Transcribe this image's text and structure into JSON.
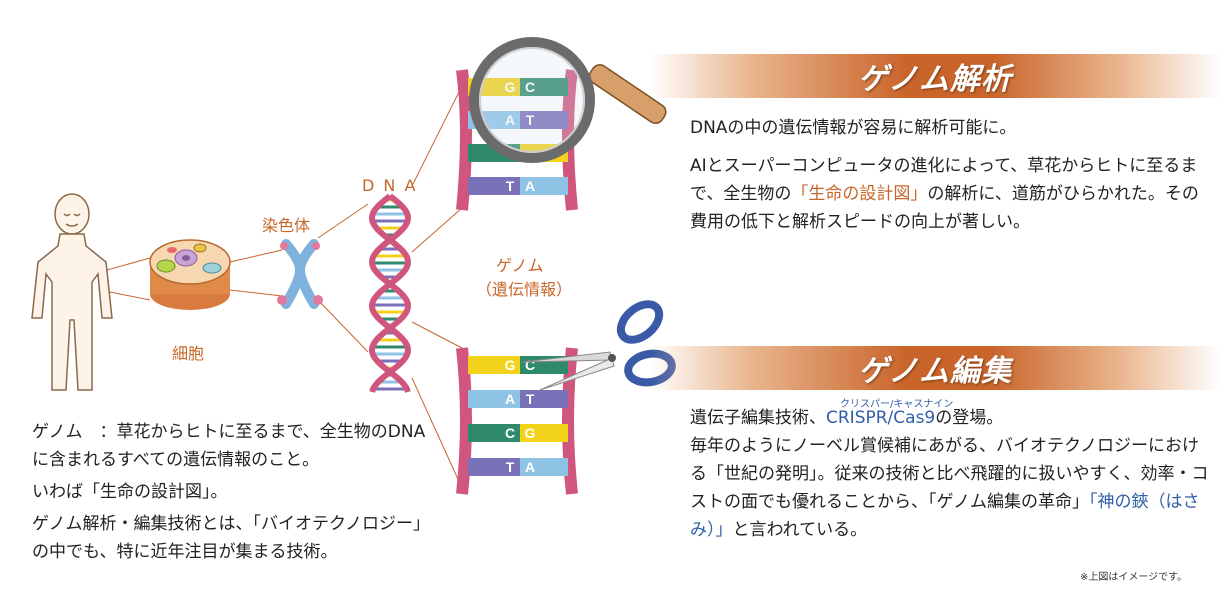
{
  "labels": {
    "dna": "D N A",
    "chromosome": "染色体",
    "cell": "細胞",
    "genome": "ゲノム",
    "genome_sub": "（遺伝情報）"
  },
  "analysis": {
    "title": "ゲノム解析",
    "line1": "DNAの中の遺伝情報が容易に解析可能に。",
    "p2_a": "AIとスーパーコンピュータの進化によって、草花からヒトに至るまで、全生物の",
    "p2_highlight": "「生命の設計図」",
    "p2_b": "の解析に、道筋がひらかれた。その費用の低下と解析スピードの向上が著しい。"
  },
  "editing": {
    "title": "ゲノム編集",
    "ruby": "クリスパー/キャスナイン",
    "l1_a": "遺伝子編集技術、",
    "l1_highlight": "CRISPR/Cas9",
    "l1_b": "の登場。",
    "p2_a": "毎年のようにノーベル賞候補にあがる、バイオテクノロジーにおける「世紀の発明」。従来の技術と比べ飛躍的に扱いやすく、効率・コストの面でも優れることから、「ゲノム編集の革命」",
    "p2_highlight": "「神の鋏（はさみ）」",
    "p2_b": "と言われている。"
  },
  "left_text": {
    "p1": "ゲノム　：草花からヒトに至るまで、全生物のDNAに含まれるすべての遺伝情報のこと。",
    "p2": "いわば「生命の設計図」。",
    "p3": "ゲノム解析・編集技術とは、「バイオテクノロジー」の中でも、特に近年注目が集まる技術。"
  },
  "note": "※上図はイメージです。",
  "dna_top_rungs": [
    {
      "left": "G",
      "right": "C",
      "lc": "#f2d21b",
      "rc": "#2f8a6b"
    },
    {
      "left": "A",
      "right": "T",
      "lc": "#8ec3e6",
      "rc": "#7a72b8"
    },
    {
      "left": "",
      "right": "",
      "lc": "#2f8a6b",
      "rc": "#f2d21b"
    },
    {
      "left": "T",
      "right": "A",
      "lc": "#7a72b8",
      "rc": "#8ec3e6"
    }
  ],
  "dna_bottom_rungs": [
    {
      "left": "G",
      "right": "C",
      "lc": "#f2d21b",
      "rc": "#2f8a6b"
    },
    {
      "left": "A",
      "right": "T",
      "lc": "#8ec3e6",
      "rc": "#7a72b8"
    },
    {
      "left": "C",
      "right": "G",
      "lc": "#2f8a6b",
      "rc": "#f2d21b"
    },
    {
      "left": "T",
      "right": "A",
      "lc": "#7a72b8",
      "rc": "#8ec3e6"
    }
  ]
}
